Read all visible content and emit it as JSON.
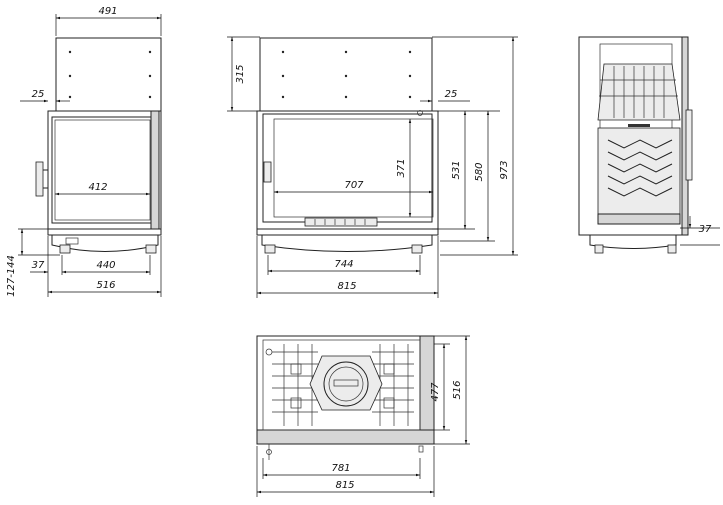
{
  "dimensions": {
    "front_width_top": "491",
    "front_top_height": "315",
    "front_side_offset": "25",
    "front_glass_width": "412",
    "front_leg_inset": "37",
    "front_base_width": "440",
    "front_leg_height": "127-144",
    "front_total_width": "516",
    "center_top_offset": "25",
    "center_glass_height": "371",
    "center_glass_width": "707",
    "center_door_height": "531",
    "center_body_height": "580",
    "center_total_height": "973",
    "center_base_width": "744",
    "center_total_width": "815",
    "side_leg_height": "37",
    "bottom_inner_depth": "477",
    "bottom_outer_depth": "516",
    "bottom_inner_width": "781",
    "bottom_outer_width": "815"
  }
}
